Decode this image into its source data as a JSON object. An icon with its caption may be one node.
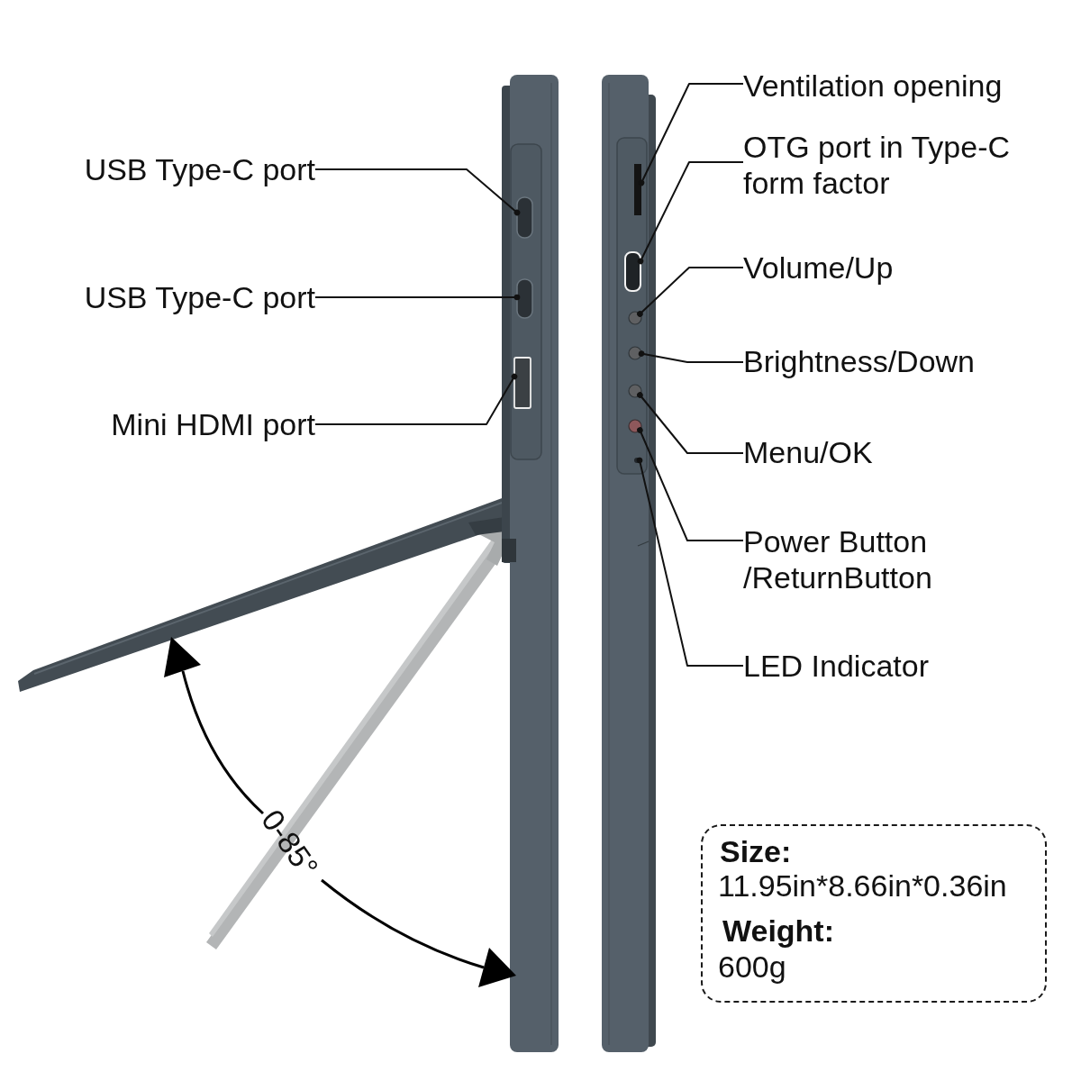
{
  "diagram": {
    "nodes": [
      {
        "text": [
          "USB Type-C port"
        ]
      },
      {
        "text": [],
        "shape": "box"
      },
      {
        "text": [
          "USB Type-C port"
        ]
      },
      {
        "text": [],
        "shape": "box"
      },
      {
        "text": [
          "Mini HDMI port"
        ]
      },
      {
        "text": [],
        "shape": "box"
      },
      {
        "text": [
          "Ventilation opening"
        ]
      },
      {
        "text": [],
        "shape": "bar"
      },
      {
        "text": [
          "OTG port in Type-C form factor"
        ]
      },
      {
        "text": [],
        "shape": "box"
      },
      {
        "text": [
          "Volume/Up"
        ]
      },
      {
        "text": [],
        "shape": "circle"
      },
      {
        "text": [
          "Brightness/Down"
        ]
      },
      {
        "text": [],
        "shape": "circle"
      },
      {
        "text": [
          "Menu/OK"
        ]
      },
      {
        "text": [],
        "shape": "circle"
      },
      {
        "text": [
          "Power Button /ReturnButton"
        ]
      },
      {
        "text": [],
        "shape": "circle"
      },
      {
        "text": [
          "LED Indicator"
        ]
      },
      {
        "text": [],
        "shape": "circle"
      },
      {
        "text": [
          "Size:",
          "11.95in*8.66in*0.36in",
          "Weight:",
          "600g"
        ]
      }
    ],
    "edges": [
      {
        "from": 0,
        "to": 1,
        "arrow": "other"
      },
      {
        "from": 2,
        "to": 3,
        "arrow": "other"
      },
      {
        "from": 4,
        "to": 5,
        "arrow": "other"
      },
      {
        "from": 6,
        "to": 7,
        "arrow": "other"
      },
      {
        "from": 8,
        "to": 9,
        "arrow": "other"
      },
      {
        "from": 10,
        "to": 11,
        "arrow": "other"
      },
      {
        "from": 12,
        "to": 13,
        "arrow": "other"
      },
      {
        "from": 14,
        "to": 15,
        "arrow": "other"
      },
      {
        "from": 16,
        "to": 17,
        "arrow": "other"
      },
      {
        "from": 18,
        "to": 19,
        "arrow": "other"
      }
    ],
    "labels": [
      "0-85°"
    ]
  }
}
